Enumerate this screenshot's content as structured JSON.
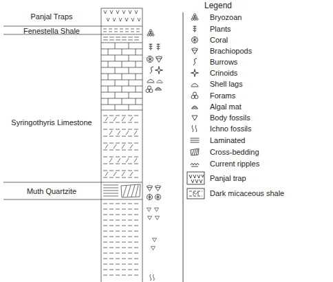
{
  "diagram": {
    "labels": [
      "Panjal Traps",
      "Fenestella Shale",
      "Syringothyris Limestone",
      "Muth Quartzite",
      "Legend"
    ],
    "legend": [
      {
        "text": "Bryozoan"
      },
      {
        "text": "Plants"
      },
      {
        "text": "Coral"
      },
      {
        "text": "Brachiopods"
      },
      {
        "text": "Burrows"
      },
      {
        "text": "Crinoids"
      },
      {
        "text": "Shell lags"
      },
      {
        "text": "Forams"
      },
      {
        "text": "Algal mat"
      },
      {
        "text": "Body fossils"
      },
      {
        "text": "Ichno fossils"
      },
      {
        "text": "Laminated"
      },
      {
        "text": "Cross-bedding"
      },
      {
        "text": "Current ripples"
      },
      {
        "text": "Panjal trap"
      },
      {
        "text": "Dark micaceous shale"
      }
    ]
  }
}
